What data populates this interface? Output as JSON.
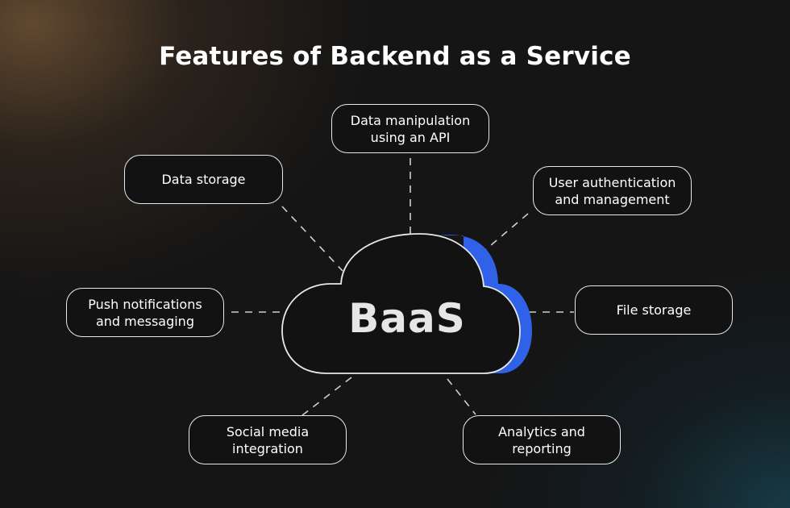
{
  "title": "Features of Backend as a Service",
  "center": {
    "label": "BaaS"
  },
  "features": [
    {
      "id": "data-manipulation",
      "label": "Data manipulation\nusing an API"
    },
    {
      "id": "data-storage",
      "label": "Data storage"
    },
    {
      "id": "user-authentication",
      "label": "User authentication\nand management"
    },
    {
      "id": "push-notifications",
      "label": "Push notifications\nand messaging"
    },
    {
      "id": "file-storage",
      "label": "File storage"
    },
    {
      "id": "social-media",
      "label": "Social media\nintegration"
    },
    {
      "id": "analytics",
      "label": "Analytics and\nreporting"
    }
  ],
  "colors": {
    "cloud_accent": "#2f62e8",
    "outline": "#e8e8e8"
  }
}
